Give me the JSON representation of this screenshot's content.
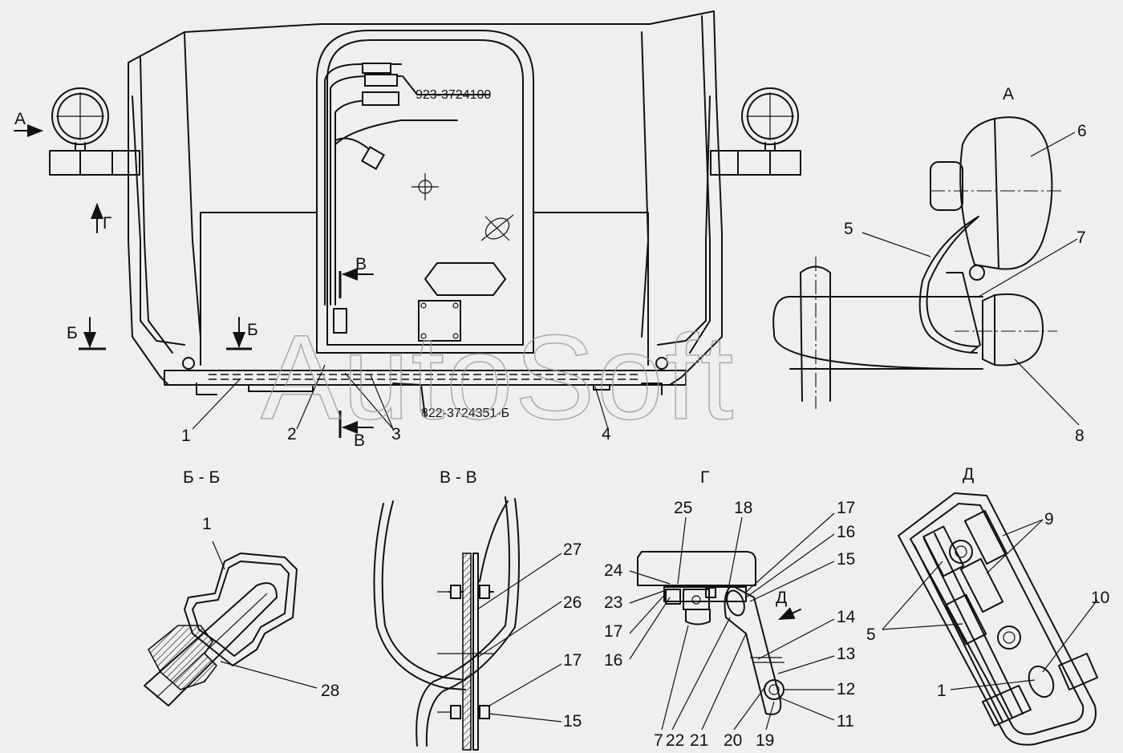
{
  "watermark": "AutoSoft",
  "part_codes": {
    "connector_upper": "923-3724100",
    "connector_lower": "822-3724351-Б"
  },
  "view_markers": {
    "a_left": "А",
    "g_left": "Г",
    "b_left": "Б",
    "b_right": "Б",
    "v_top": "В",
    "v_bottom": "В"
  },
  "section_titles": {
    "view_a": "А",
    "section_bb": "Б - Б",
    "section_vv": "В - В",
    "view_g": "Г",
    "view_d": "Д",
    "arrow_d": "Д"
  },
  "callouts_main": [
    "1",
    "2",
    "3",
    "4"
  ],
  "callouts_view_a": [
    "6",
    "5",
    "7",
    "8"
  ],
  "callouts_bb": [
    "1",
    "28"
  ],
  "callouts_vv": [
    "27",
    "26",
    "17",
    "15"
  ],
  "callouts_g": [
    "25",
    "18",
    "17",
    "16",
    "15",
    "24",
    "23",
    "17",
    "16",
    "14",
    "13",
    "12",
    "11",
    "7",
    "22",
    "21",
    "20",
    "19"
  ],
  "callouts_d": [
    "9",
    "10",
    "5",
    "1"
  ]
}
